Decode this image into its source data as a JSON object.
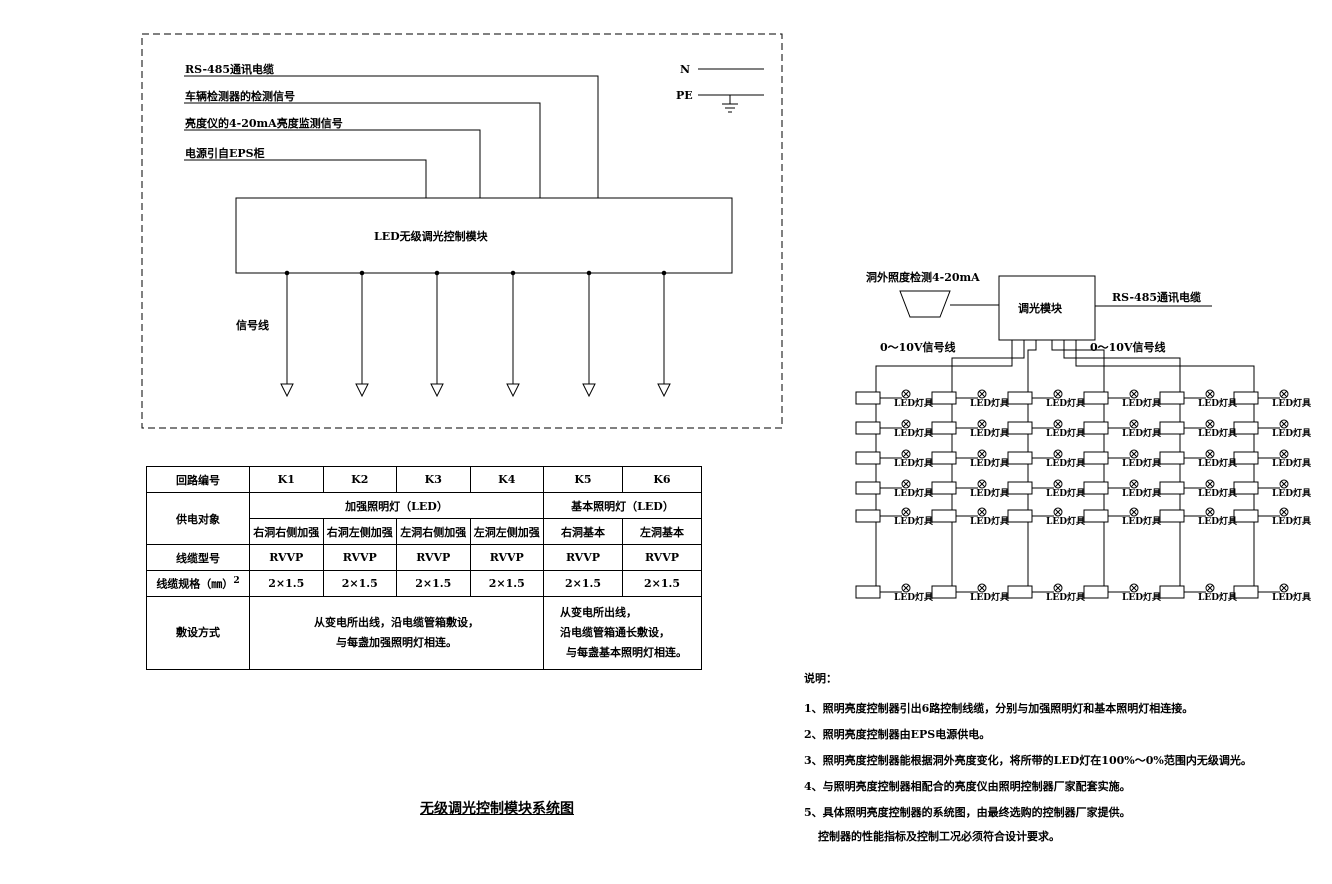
{
  "left_diagram": {
    "inputs": [
      "RS-485通讯电缆",
      "车辆检测器的检测信号",
      "亮度仪的4-20mA亮度监测信号",
      "电源引自EPS柜"
    ],
    "n_label": "N",
    "pe_label": "PE",
    "module_label": "LED无级调光控制模块",
    "signal_label": "信号线"
  },
  "table": {
    "row_circuit_label": "回路编号",
    "circuits": [
      "K1",
      "K2",
      "K3",
      "K4",
      "K5",
      "K6"
    ],
    "row_target_label": "供电对象",
    "group_enhanced": "加强照明灯（LED）",
    "group_basic": "基本照明灯（LED）",
    "targets": [
      "右洞右侧加强",
      "右洞左侧加强",
      "左洞右侧加强",
      "左洞左侧加强",
      "右洞基本",
      "左洞基本"
    ],
    "row_cable_type_label": "线缆型号",
    "cable_types": [
      "RVVP",
      "RVVP",
      "RVVP",
      "RVVP",
      "RVVP",
      "RVVP"
    ],
    "row_cable_spec_label": "线缆规格（㎜）",
    "cable_spec_sup": "2",
    "cable_specs": [
      "2×1.5",
      "2×1.5",
      "2×1.5",
      "2×1.5",
      "2×1.5",
      "2×1.5"
    ],
    "row_laying_label": "敷设方式",
    "laying_enhanced": [
      "从变电所出线，沿电缆管箱敷设，",
      "与每盏加强照明灯相连。"
    ],
    "laying_basic": [
      "从变电所出线，",
      "沿电缆管箱通长敷设，",
      "与每盏基本照明灯相连。"
    ]
  },
  "title": "无级调光控制模块系统图",
  "right_diagram": {
    "sensor_label": "洞外照度检测4-20mA",
    "module_label": "调光模块",
    "rs485_label": "RS-485通讯电缆",
    "signal_left": "0～10V信号线",
    "signal_right": "0～10V信号线",
    "lamp_label": "LED灯具"
  },
  "notes": {
    "heading": "说明：",
    "items": [
      "1、照明亮度控制器引出6路控制线缆，分别与加强照明灯和基本照明灯相连接。",
      "2、照明亮度控制器由EPS电源供电。",
      "3、照明亮度控制器能根据洞外亮度变化，将所带的LED灯在100%～0%范围内无级调光。",
      "4、与照明亮度控制器相配合的亮度仪由照明控制器厂家配套实施。",
      "5、具体照明亮度控制器的系统图，由最终选购的控制器厂家提供。",
      "   控制器的性能指标及控制工况必须符合设计要求。"
    ]
  },
  "colors": {
    "line": "#000000",
    "background": "#ffffff"
  }
}
